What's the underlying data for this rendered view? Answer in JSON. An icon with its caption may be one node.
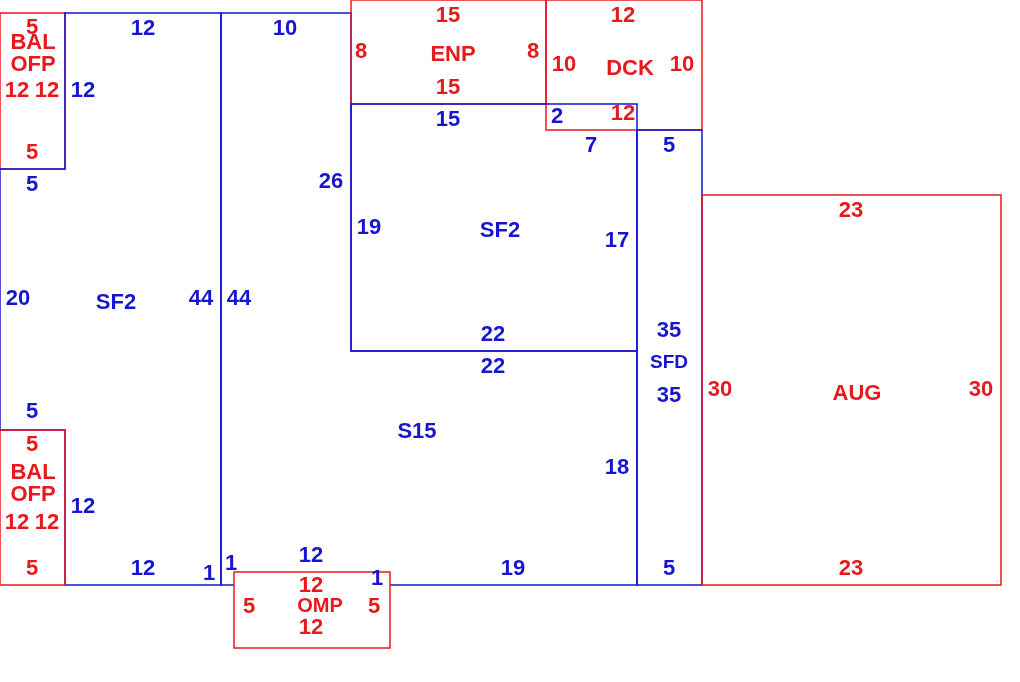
{
  "diagram": {
    "nodes": [
      {
        "text": [
          "BAL OFP"
        ]
      },
      {
        "text": [
          "SF2"
        ]
      },
      {
        "text": [
          "S15"
        ]
      },
      {
        "text": [
          "ENP"
        ]
      },
      {
        "text": [
          "DCK"
        ]
      },
      {
        "text": [
          "SF2"
        ]
      },
      {
        "text": [
          "SFD"
        ]
      },
      {
        "text": [
          "AUG"
        ]
      },
      {
        "text": [
          "BAL OFP"
        ]
      },
      {
        "text": [
          "OMP"
        ]
      }
    ],
    "labels": [
      "15",
      "12",
      "5",
      "12",
      "10",
      "8",
      "8",
      "10",
      "10",
      "12",
      "12",
      "12",
      "15",
      "15",
      "2",
      "12",
      "7",
      "5",
      "5",
      "5",
      "26",
      "23",
      "19",
      "17",
      "20",
      "44",
      "44",
      "22",
      "35",
      "22",
      "30",
      "30",
      "35",
      "5",
      "5",
      "18",
      "12",
      "12",
      "12",
      "12",
      "5",
      "12",
      "1",
      "1",
      "1",
      "19",
      "5",
      "23",
      "12",
      "5",
      "5",
      "12"
    ]
  }
}
